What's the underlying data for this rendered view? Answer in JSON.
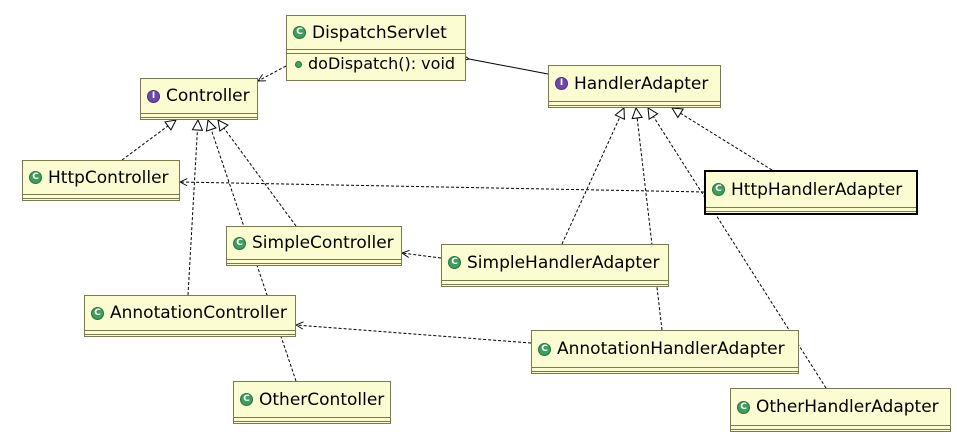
{
  "diagram": {
    "classes": {
      "dispatch_servlet": {
        "name": "DispatchServlet",
        "kind": "class",
        "method": "doDispatch(): void"
      },
      "controller": {
        "name": "Controller",
        "kind": "interface"
      },
      "handler_adapter": {
        "name": "HandlerAdapter",
        "kind": "interface"
      },
      "http_controller": {
        "name": "HttpController",
        "kind": "class"
      },
      "http_handler_adapter": {
        "name": "HttpHandlerAdapter",
        "kind": "class",
        "selected": true
      },
      "simple_controller": {
        "name": "SimpleController",
        "kind": "class"
      },
      "simple_handler_adapter": {
        "name": "SimpleHandlerAdapter",
        "kind": "class"
      },
      "annotation_controller": {
        "name": "AnnotationController",
        "kind": "class"
      },
      "annotation_handler_adapter": {
        "name": "AnnotationHandlerAdapter",
        "kind": "class"
      },
      "other_controller": {
        "name": "OtherContoller",
        "kind": "class"
      },
      "other_handler_adapter": {
        "name": "OtherHandlerAdapter",
        "kind": "class"
      }
    },
    "icons": {
      "class": "C",
      "interface": "I"
    },
    "relations": [
      {
        "from": "dispatch_servlet",
        "to": "controller",
        "type": "dependency"
      },
      {
        "from": "dispatch_servlet",
        "to": "handler_adapter",
        "type": "aggregation"
      },
      {
        "from": "http_controller",
        "to": "controller",
        "type": "realization"
      },
      {
        "from": "simple_controller",
        "to": "controller",
        "type": "realization"
      },
      {
        "from": "annotation_controller",
        "to": "controller",
        "type": "realization"
      },
      {
        "from": "other_controller",
        "to": "controller",
        "type": "realization"
      },
      {
        "from": "http_handler_adapter",
        "to": "handler_adapter",
        "type": "realization"
      },
      {
        "from": "simple_handler_adapter",
        "to": "handler_adapter",
        "type": "realization"
      },
      {
        "from": "annotation_handler_adapter",
        "to": "handler_adapter",
        "type": "realization"
      },
      {
        "from": "other_handler_adapter",
        "to": "handler_adapter",
        "type": "realization"
      },
      {
        "from": "http_handler_adapter",
        "to": "http_controller",
        "type": "dependency"
      },
      {
        "from": "simple_handler_adapter",
        "to": "simple_controller",
        "type": "dependency"
      },
      {
        "from": "annotation_handler_adapter",
        "to": "annotation_controller",
        "type": "dependency"
      }
    ]
  }
}
